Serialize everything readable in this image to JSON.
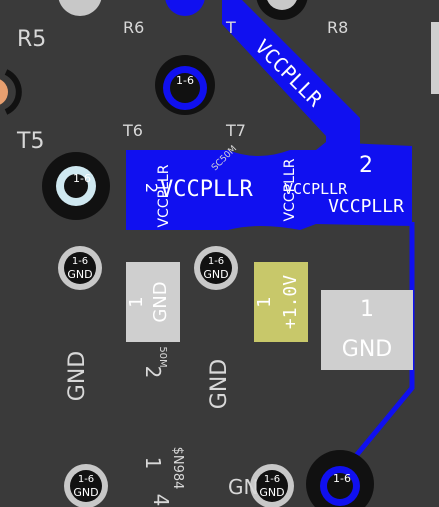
{
  "colors": {
    "board": "#3a3a3a",
    "trace": "#1010f0",
    "pad_gray": "#cfcfcf",
    "pad_yellow": "#c8c86a",
    "pad_salmon": "#e8a070",
    "via_ring": "#c8c8c8",
    "silk": "#d8d8d8",
    "drill_cyan": "#cfe8f0",
    "black": "#111111"
  },
  "labels": {
    "r5": "R5",
    "r6": "R6",
    "r8": "R8",
    "t5": "T5",
    "t6": "T6",
    "t7": "T7",
    "t_partial": "T",
    "net_vccpllr": "VCCPLLR",
    "trace_vccpllr": "VCCPLLR",
    "pad2_left_num": "2",
    "pad2_left_net": "VCCPLLR",
    "pad_big_num": "2",
    "pad_big_net": "VCCPLLR",
    "pad_vert_left": "VCCPLLR",
    "pad_vert_mid": "VCCPLLR",
    "pad_mid_net": "VCCPLLR",
    "gnd_pad_left_num": "1",
    "gnd_pad_left_net": "GND",
    "yellow_pad_num": "1",
    "yellow_pad_net": "+1.0V",
    "gnd_pad_right_num": "1",
    "gnd_pad_right_net": "GND",
    "via_layers": "1-6",
    "via_gnd": "GND",
    "silk_gnd_left": "GND",
    "silk_gnd_mid": "GND",
    "silk_gnd_bottom": "GN",
    "silk_50m": "50M",
    "silk_2": "2",
    "silk_1": "1",
    "silk_4": "4",
    "silk_part": "$N984",
    "silk_sc50m": "SC50M"
  }
}
